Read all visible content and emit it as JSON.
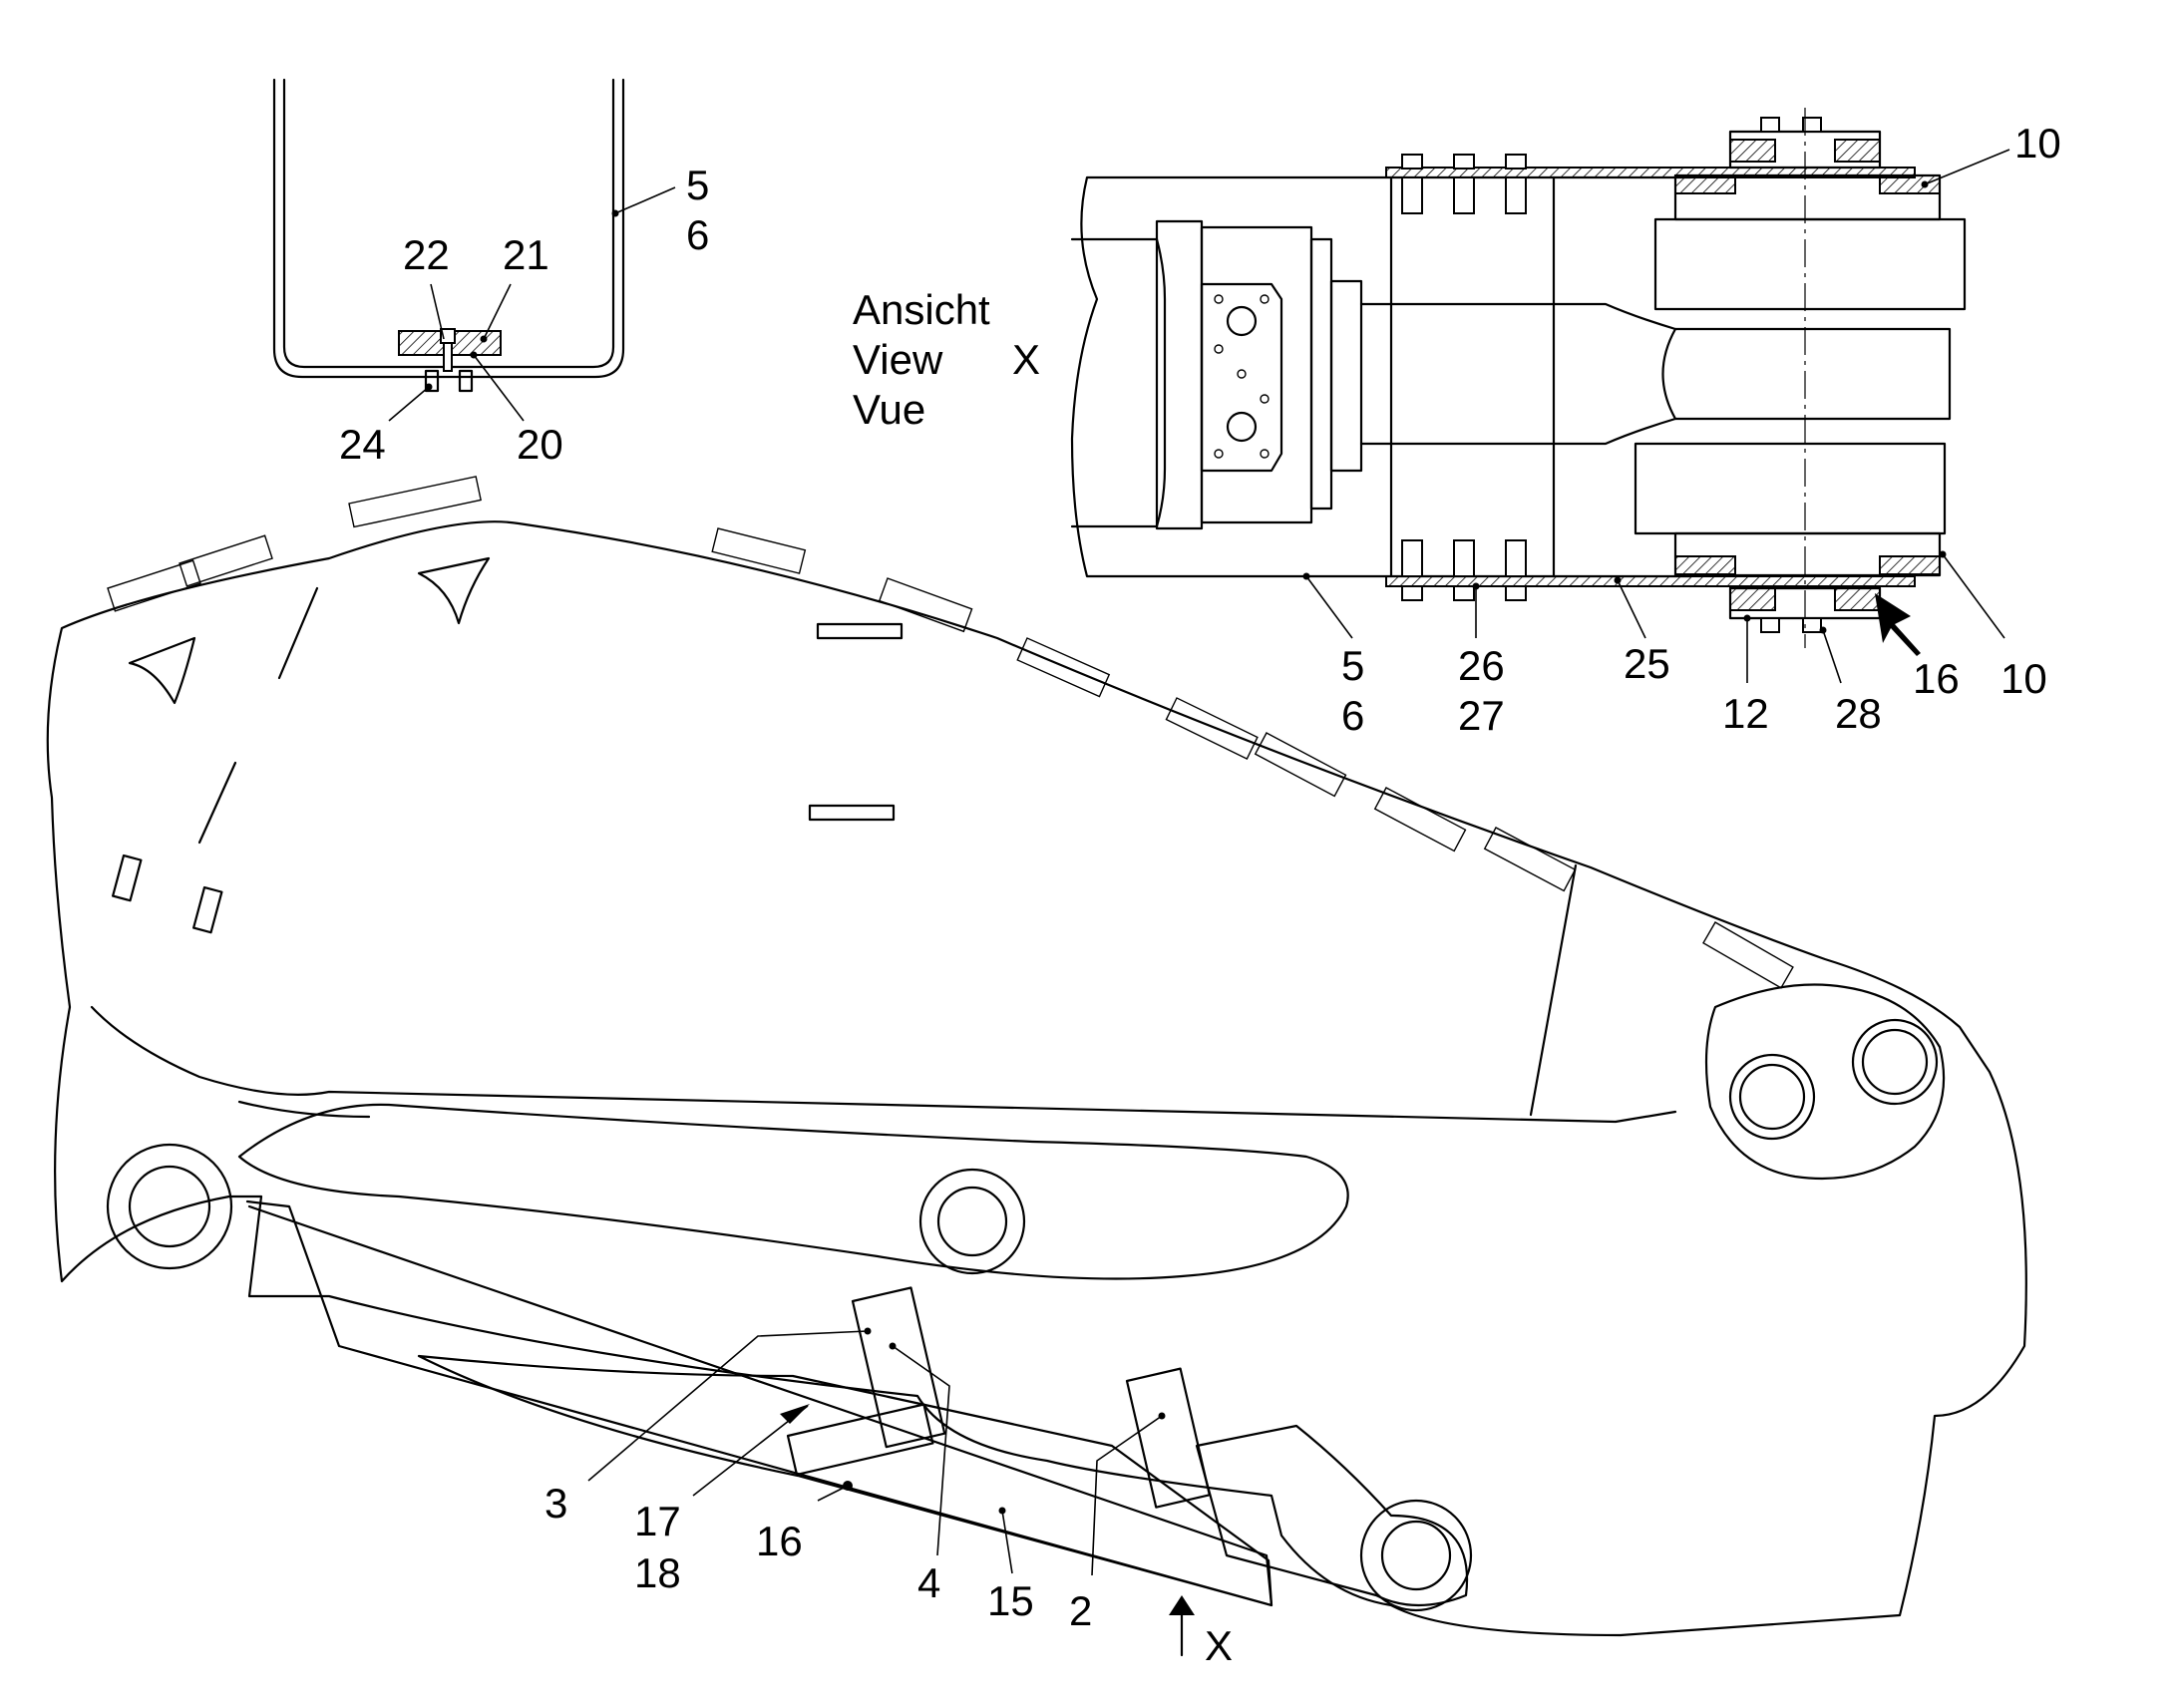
{
  "view": {
    "title_lines": [
      "Ansicht",
      "View",
      "Vue"
    ],
    "view_letter": "X"
  },
  "arrow_label": "X",
  "callouts": {
    "detail_5": "5",
    "detail_6": "6",
    "detail_22": "22",
    "detail_21": "21",
    "detail_24": "24",
    "detail_20": "20",
    "view_10_top": "10",
    "view_5": "5",
    "view_6": "6",
    "view_26": "26",
    "view_27": "27",
    "view_25": "25",
    "view_12": "12",
    "view_28": "28",
    "view_16": "16",
    "view_10_bottom": "10",
    "main_3": "3",
    "main_17": "17",
    "main_18": "18",
    "main_16": "16",
    "main_4": "4",
    "main_15": "15",
    "main_2": "2"
  }
}
